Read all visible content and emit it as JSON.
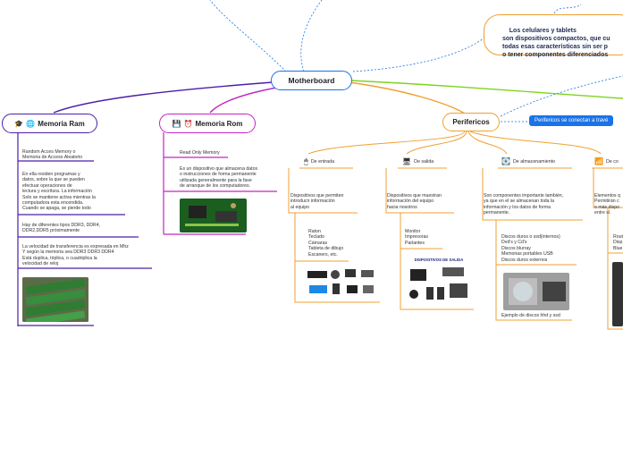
{
  "central": {
    "title": "Motherboard"
  },
  "note": {
    "text": "Los celulares y tablets\nson dispositivos compactos, que cu\ntodas esas características sin ser p\no tener componentes diferenciados"
  },
  "callout": {
    "text": "Perifericos se conectan a travé"
  },
  "ram": {
    "title": "Memoria Ram",
    "items": [
      "Random Acces Memory o\nMemoria de Acceso Aleatorio",
      "En ella residen programas y\ndatos, sobre la que se pueden\nefectuar operaciones de\nlectura y escritura. La información\nSolo se mantiene activa mientras la\ncomputadora esta encendida.\nCuando se apaga, se pierde todo",
      "Hay de diferentes tipos DDR3, DDR4,\nDDR2,DDR5 próximamente",
      "La velocidad de transferencia es expresada en Mhz\nY según la memoria sea DDR3 DDR3 DDR4\nEstá duplica, triplica, o cuadriplica la\nvelocidad de reloj"
    ]
  },
  "rom": {
    "title": "Memoria Rom",
    "items": [
      "Read Only Memory",
      "Es un dispositivo que almacena datos\no instrucciones de forma permanente\nutilizada generalmente para la fase\nde arranque de los computadores."
    ]
  },
  "perifericos": {
    "title": "Perifericos",
    "entrada": {
      "title": "De entrada",
      "desc": "Dispositivos que permiten\nintroducir información\nal equipo",
      "list": "Raton\nTeclado\nCámaras\nTableta de dibujo\nEscaners, etc."
    },
    "salida": {
      "title": "De salida",
      "desc": "Dispositivos que muestran\ninformación del equipo\nhacia nosotros",
      "list": "Monitor\nImpresoras\nParlantes",
      "img_caption": "DISPOSITIVOS DE SALIDA"
    },
    "almacenamiento": {
      "title": "De almacenamiento",
      "desc": "Son componentes importante también,\nya que en el se almacenan toda la\ninformación y los datos de forma\npermanente.",
      "list": "Discos duros o ssd(internos)\nDvd's y Cd's\nDiscos blurray\nMemorias portables USB\nDiscos duros externos",
      "caption": "Ejemplo de discos hhd y ssd"
    },
    "comunicacion": {
      "title": "De co",
      "desc": "Elementos q\nPermitirán c\no más dispo\nentre sí.",
      "list": "Rout\nDisp\nBlue"
    }
  },
  "colors": {
    "central_border": "#1a73e8",
    "ram": "#4b1fa8",
    "rom": "#c226c2",
    "perifericos": "#f0a030",
    "green": "#7ed321",
    "dashed": "#1a73e8"
  }
}
